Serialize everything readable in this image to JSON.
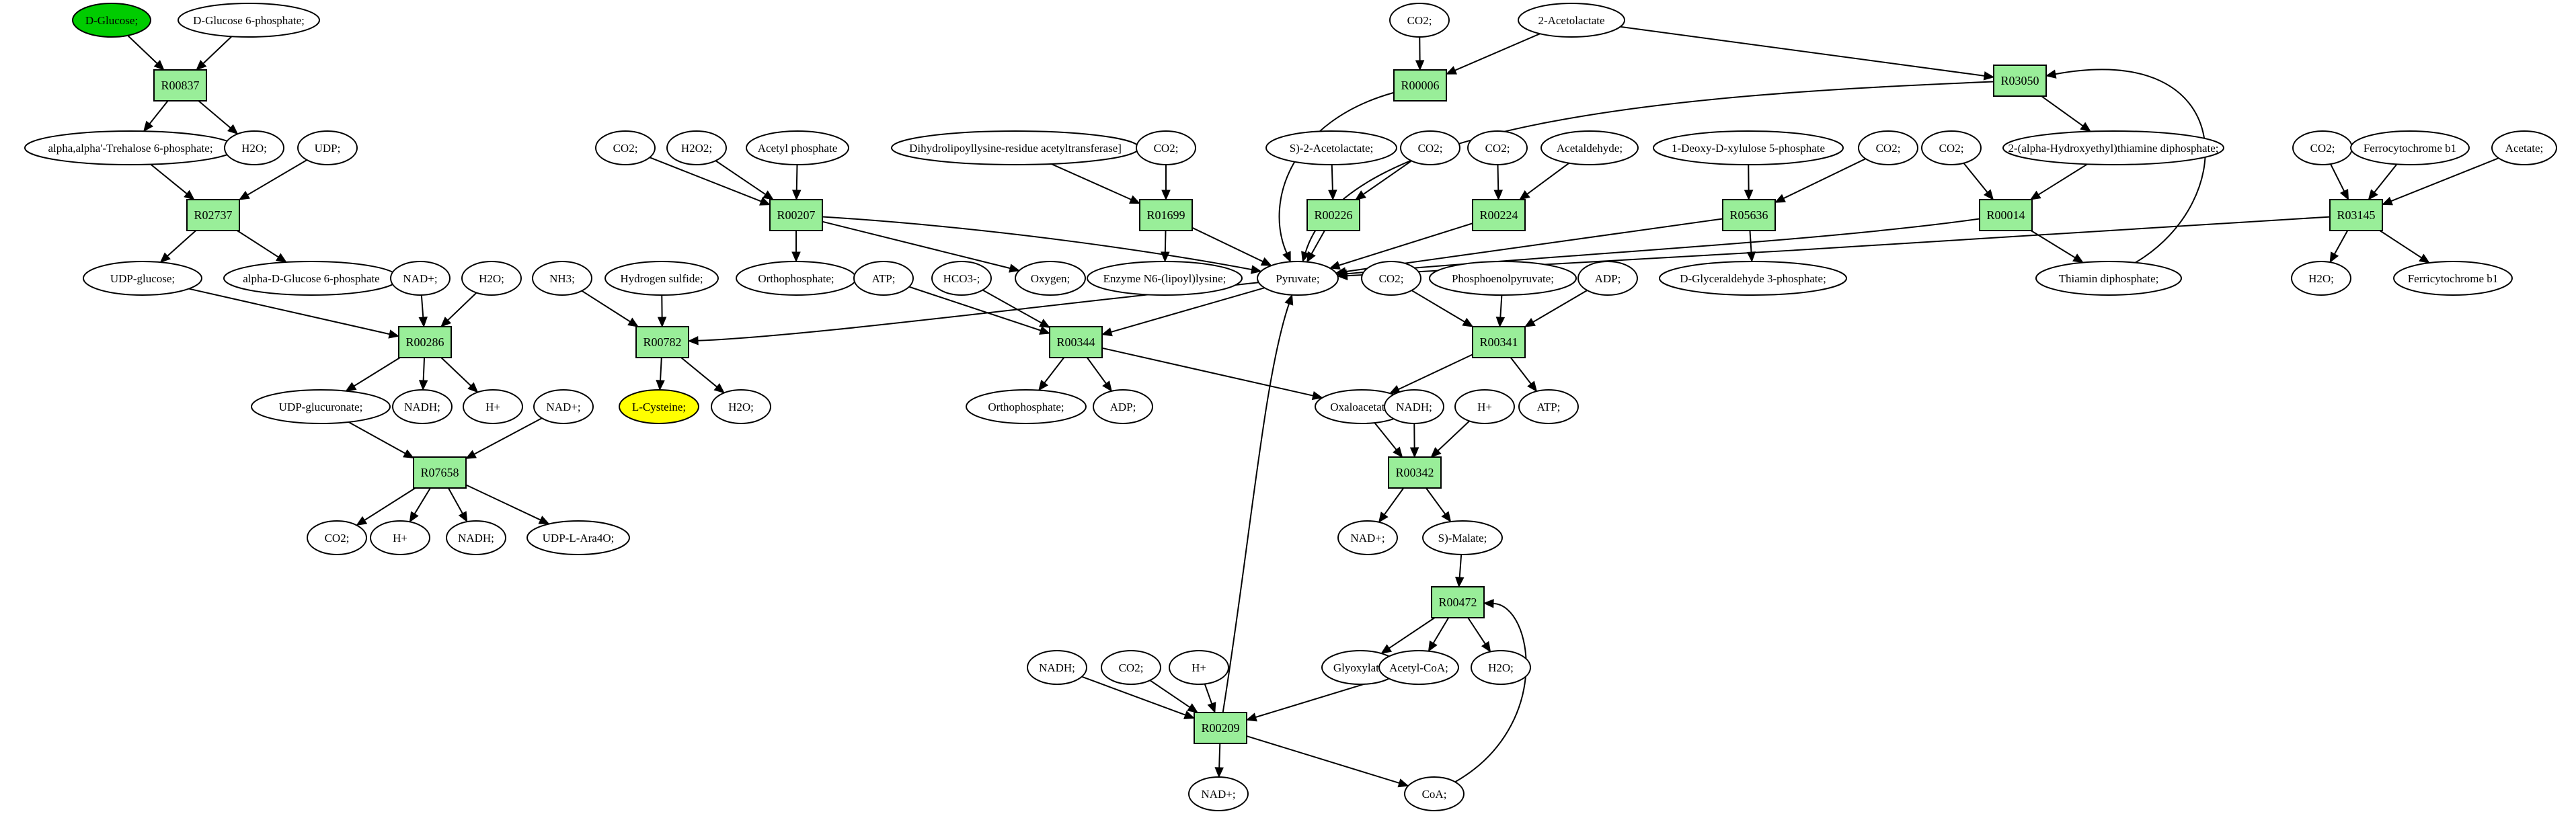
{
  "colors": {
    "background": "#ffffff",
    "reaction": "#99ee99",
    "line": "#000000",
    "highlight_green": "#00cc00",
    "highlight_yellow": "#ffff00",
    "compound": "#ffffff"
  },
  "reactions": [
    {
      "id": "R00837",
      "label": "R00837"
    },
    {
      "id": "R02737",
      "label": "R02737"
    },
    {
      "id": "R00286",
      "label": "R00286"
    },
    {
      "id": "R07658",
      "label": "R07658"
    },
    {
      "id": "R00782",
      "label": "R00782"
    },
    {
      "id": "R00207",
      "label": "R00207"
    },
    {
      "id": "R01699",
      "label": "R01699"
    },
    {
      "id": "R00344",
      "label": "R00344"
    },
    {
      "id": "R00006",
      "label": "R00006"
    },
    {
      "id": "R00226",
      "label": "R00226"
    },
    {
      "id": "R00224",
      "label": "R00224"
    },
    {
      "id": "R05636",
      "label": "R05636"
    },
    {
      "id": "R03050",
      "label": "R03050"
    },
    {
      "id": "R00014",
      "label": "R00014"
    },
    {
      "id": "R03145",
      "label": "R03145"
    },
    {
      "id": "R00341",
      "label": "R00341"
    },
    {
      "id": "R00342",
      "label": "R00342"
    },
    {
      "id": "R00472",
      "label": "R00472"
    },
    {
      "id": "R00209",
      "label": "R00209"
    }
  ],
  "compounds": [
    {
      "id": "dglucose",
      "label": "D-Glucose;",
      "highlight": "green"
    },
    {
      "id": "g6p",
      "label": "D-Glucose 6-phosphate;"
    },
    {
      "id": "trehalose6p",
      "label": "alpha,alpha'-Trehalose 6-phosphate;"
    },
    {
      "id": "h2o_a",
      "label": "H2O;"
    },
    {
      "id": "udp",
      "label": "UDP;"
    },
    {
      "id": "udpglucose",
      "label": "UDP-glucose;"
    },
    {
      "id": "adg6p",
      "label": "alpha-D-Glucose 6-phosphate"
    },
    {
      "id": "nad_a",
      "label": "NAD+;"
    },
    {
      "id": "h2o_b",
      "label": "H2O;"
    },
    {
      "id": "udpglcur",
      "label": "UDP-glucuronate;"
    },
    {
      "id": "nadh_a",
      "label": "NADH;"
    },
    {
      "id": "hplus_a",
      "label": "H+"
    },
    {
      "id": "nad_b",
      "label": "NAD+;"
    },
    {
      "id": "co2_a",
      "label": "CO2;"
    },
    {
      "id": "hplus_b",
      "label": "H+"
    },
    {
      "id": "nadh_b",
      "label": "NADH;"
    },
    {
      "id": "udpara",
      "label": "UDP-L-Ara4O;"
    },
    {
      "id": "nh3",
      "label": "NH3;"
    },
    {
      "id": "h2s",
      "label": "Hydrogen sulfide;"
    },
    {
      "id": "lcys",
      "label": "L-Cysteine;",
      "highlight": "yellow"
    },
    {
      "id": "h2o_c",
      "label": "H2O;"
    },
    {
      "id": "co2_b",
      "label": "CO2;"
    },
    {
      "id": "h2o2",
      "label": "H2O2;"
    },
    {
      "id": "acetylp",
      "label": "Acetyl phosphate"
    },
    {
      "id": "orthop_a",
      "label": "Orthophosphate;"
    },
    {
      "id": "oxygen",
      "label": "Oxygen;"
    },
    {
      "id": "dlat",
      "label": "Dihydrolipoyllysine-residue acetyltransferase]"
    },
    {
      "id": "co2_c",
      "label": "CO2;"
    },
    {
      "id": "enzn6",
      "label": "Enzyme N6-(lipoyl)lysine;"
    },
    {
      "id": "atp_a",
      "label": "ATP;"
    },
    {
      "id": "hco3",
      "label": "HCO3-;"
    },
    {
      "id": "orthop_b",
      "label": "Orthophosphate;"
    },
    {
      "id": "adp_a",
      "label": "ADP;"
    },
    {
      "id": "co2_d",
      "label": "CO2;"
    },
    {
      "id": "acetolactate2",
      "label": "2-Acetolactate"
    },
    {
      "id": "sacetolactate",
      "label": "S)-2-Acetolactate;"
    },
    {
      "id": "co2_e",
      "label": "CO2;"
    },
    {
      "id": "co2_f",
      "label": "CO2;"
    },
    {
      "id": "acetaldehyde",
      "label": "Acetaldehyde;"
    },
    {
      "id": "dxylulose",
      "label": "1-Deoxy-D-xylulose 5-phosphate"
    },
    {
      "id": "co2_g",
      "label": "CO2;"
    },
    {
      "id": "g3p",
      "label": "D-Glyceraldehyde 3-phosphate;"
    },
    {
      "id": "hethdp",
      "label": "2-(alpha-Hydroxyethyl)thiamine diphosphate;"
    },
    {
      "id": "co2_h",
      "label": "CO2;"
    },
    {
      "id": "thdp",
      "label": "Thiamin diphosphate;"
    },
    {
      "id": "co2_i",
      "label": "CO2;"
    },
    {
      "id": "ferrocyt",
      "label": "Ferrocytochrome b1"
    },
    {
      "id": "acetate",
      "label": "Acetate;"
    },
    {
      "id": "h2o_d",
      "label": "H2O;"
    },
    {
      "id": "ferricyt",
      "label": "Ferricytochrome b1"
    },
    {
      "id": "pyruvate",
      "label": "Pyruvate;"
    },
    {
      "id": "co2_j",
      "label": "CO2;"
    },
    {
      "id": "pep",
      "label": "Phosphoenolpyruvate;"
    },
    {
      "id": "adp_b",
      "label": "ADP;"
    },
    {
      "id": "oxaloacetate",
      "label": "Oxaloacetate;"
    },
    {
      "id": "atp_b",
      "label": "ATP;"
    },
    {
      "id": "nadh_c",
      "label": "NADH;"
    },
    {
      "id": "hplus_c",
      "label": "H+"
    },
    {
      "id": "nad_c",
      "label": "NAD+;"
    },
    {
      "id": "smalate",
      "label": "S)-Malate;"
    },
    {
      "id": "glyoxylate",
      "label": "Glyoxylate;"
    },
    {
      "id": "acetylcoa",
      "label": "Acetyl-CoA;"
    },
    {
      "id": "h2o_e",
      "label": "H2O;"
    },
    {
      "id": "nadh_d",
      "label": "NADH;"
    },
    {
      "id": "co2_k",
      "label": "CO2;"
    },
    {
      "id": "hplus_d",
      "label": "H+"
    },
    {
      "id": "nad_d",
      "label": "NAD+;"
    },
    {
      "id": "coa",
      "label": "CoA;"
    }
  ]
}
